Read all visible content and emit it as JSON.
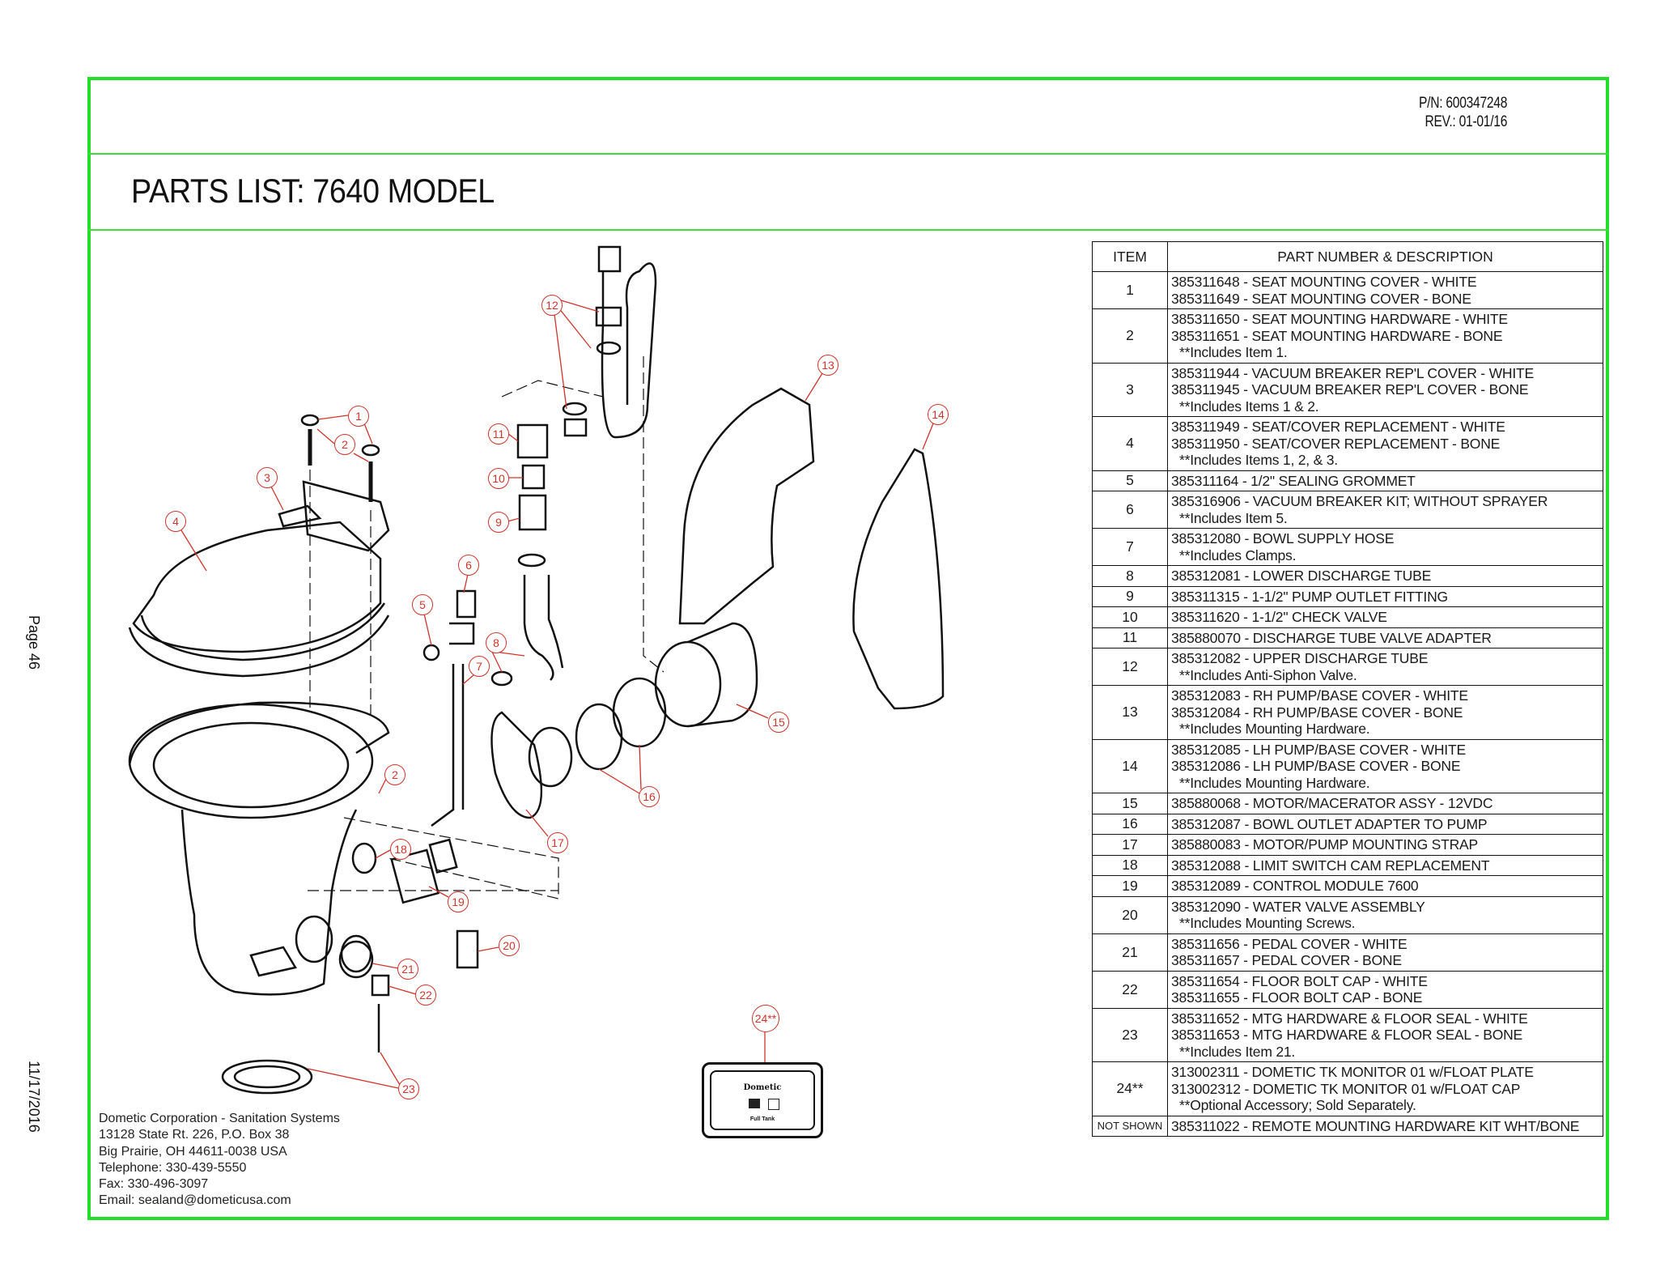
{
  "document": {
    "part_number": "P/N: 600347248",
    "revision": "REV.: 01-01/16",
    "title": "PARTS LIST:  7640 MODEL",
    "page_label": "Page 46",
    "print_date": "11/17/2016",
    "frame_color": "#22e02a",
    "callout_color": "#d0342c"
  },
  "contact": {
    "company": "Dometic Corporation - Sanitation Systems",
    "address1": "13128 State Rt. 226, P.O. Box 38",
    "address2": "Big Prairie, OH 44611-0038 USA",
    "telephone": "Telephone: 330-439-5550",
    "fax": "Fax: 330-496-3097",
    "email": "Email: sealand@dometicusa.com"
  },
  "diagram": {
    "callouts": [
      "1",
      "2",
      "3",
      "4",
      "5",
      "6",
      "7",
      "8",
      "9",
      "10",
      "11",
      "12",
      "13",
      "14",
      "15",
      "16",
      "17",
      "18",
      "19",
      "20",
      "21",
      "22",
      "23",
      "2",
      "24**"
    ],
    "monitor": {
      "brand": "Dometic",
      "label": "Full Tank"
    }
  },
  "parts_table": {
    "headers": {
      "item": "ITEM",
      "description": "PART NUMBER & DESCRIPTION"
    },
    "rows": [
      {
        "item": "1",
        "lines": [
          "385311648 - SEAT MOUNTING COVER - WHITE",
          "385311649 - SEAT MOUNTING COVER - BONE"
        ],
        "note": ""
      },
      {
        "item": "2",
        "lines": [
          "385311650 - SEAT MOUNTING HARDWARE - WHITE",
          "385311651 - SEAT MOUNTING HARDWARE - BONE"
        ],
        "note": "**Includes Item 1."
      },
      {
        "item": "3",
        "lines": [
          "385311944 - VACUUM BREAKER REP'L COVER - WHITE",
          "385311945 - VACUUM BREAKER REP'L COVER - BONE"
        ],
        "note": "**Includes Items 1 & 2."
      },
      {
        "item": "4",
        "lines": [
          "385311949 - SEAT/COVER REPLACEMENT - WHITE",
          "385311950 - SEAT/COVER REPLACEMENT - BONE"
        ],
        "note": "**Includes Items 1, 2, & 3."
      },
      {
        "item": "5",
        "lines": [
          "385311164 - 1/2\" SEALING GROMMET"
        ],
        "note": ""
      },
      {
        "item": "6",
        "lines": [
          "385316906 - VACUUM BREAKER KIT; WITHOUT SPRAYER"
        ],
        "note": "**Includes Item 5."
      },
      {
        "item": "7",
        "lines": [
          "385312080 - BOWL SUPPLY HOSE"
        ],
        "note": "**Includes Clamps."
      },
      {
        "item": "8",
        "lines": [
          "385312081 - LOWER DISCHARGE TUBE"
        ],
        "note": ""
      },
      {
        "item": "9",
        "lines": [
          "385311315 - 1-1/2\" PUMP OUTLET FITTING"
        ],
        "note": ""
      },
      {
        "item": "10",
        "lines": [
          "385311620 - 1-1/2\" CHECK VALVE"
        ],
        "note": ""
      },
      {
        "item": "11",
        "lines": [
          "385880070 - DISCHARGE TUBE VALVE ADAPTER"
        ],
        "note": ""
      },
      {
        "item": "12",
        "lines": [
          "385312082 - UPPER DISCHARGE TUBE"
        ],
        "note": "**Includes Anti-Siphon Valve."
      },
      {
        "item": "13",
        "lines": [
          "385312083 - RH PUMP/BASE COVER - WHITE",
          "385312084 - RH PUMP/BASE COVER - BONE"
        ],
        "note": "**Includes Mounting Hardware."
      },
      {
        "item": "14",
        "lines": [
          "385312085 - LH PUMP/BASE COVER - WHITE",
          "385312086 - LH PUMP/BASE COVER - BONE"
        ],
        "note": "**Includes Mounting Hardware."
      },
      {
        "item": "15",
        "lines": [
          "385880068 - MOTOR/MACERATOR ASSY - 12VDC"
        ],
        "note": ""
      },
      {
        "item": "16",
        "lines": [
          "385312087 - BOWL OUTLET ADAPTER TO PUMP"
        ],
        "note": ""
      },
      {
        "item": "17",
        "lines": [
          "385880083 - MOTOR/PUMP MOUNTING STRAP"
        ],
        "note": ""
      },
      {
        "item": "18",
        "lines": [
          "385312088 - LIMIT SWITCH CAM REPLACEMENT"
        ],
        "note": ""
      },
      {
        "item": "19",
        "lines": [
          "385312089 - CONTROL MODULE 7600"
        ],
        "note": ""
      },
      {
        "item": "20",
        "lines": [
          "385312090 - WATER VALVE ASSEMBLY"
        ],
        "note": "**Includes Mounting Screws."
      },
      {
        "item": "21",
        "lines": [
          "385311656 - PEDAL COVER - WHITE",
          "385311657 - PEDAL COVER - BONE"
        ],
        "note": ""
      },
      {
        "item": "22",
        "lines": [
          "385311654 - FLOOR BOLT CAP - WHITE",
          "385311655 - FLOOR BOLT CAP - BONE"
        ],
        "note": ""
      },
      {
        "item": "23",
        "lines": [
          "385311652 - MTG HARDWARE & FLOOR SEAL - WHITE",
          "385311653 - MTG HARDWARE & FLOOR SEAL - BONE"
        ],
        "note": "**Includes Item 21."
      },
      {
        "item": "24**",
        "lines": [
          "313002311 - DOMETIC TK MONITOR 01 w/FLOAT PLATE",
          "313002312 - DOMETIC TK MONITOR 01 w/FLOAT CAP"
        ],
        "note": "**Optional Accessory; Sold Separately."
      },
      {
        "item": "NOT SHOWN",
        "lines": [
          "385311022 - REMOTE MOUNTING HARDWARE KIT WHT/BONE"
        ],
        "note": ""
      }
    ]
  }
}
